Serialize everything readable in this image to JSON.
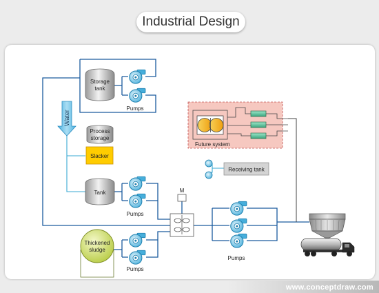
{
  "title": "Industrial Design",
  "footer": "www.conceptdraw.com",
  "labels": {
    "storage_tank_line1": "Storage",
    "storage_tank_line2": "tank",
    "pumps_top": "Pumps",
    "water": "Water",
    "process_storage_line1": "Process",
    "process_storage_line2": "storage",
    "slacker": "Slacker",
    "tank": "Tank",
    "pumps_middle": "Pumps",
    "thickened_line1": "Thickened",
    "thickened_line2": "sludge",
    "pumps_bottom": "Pumps",
    "motor": "M",
    "pumps_right": "Pumps",
    "future_system": "Future system",
    "receiving_tank": "Receiving tank"
  },
  "colors": {
    "pipe": "#1a5a9e",
    "pump": "#3aa9d3",
    "slacker": "#ffcc00",
    "sludge": "#d8e87a",
    "future_bg": "#f6c8c0",
    "future_border": "#c05050"
  }
}
